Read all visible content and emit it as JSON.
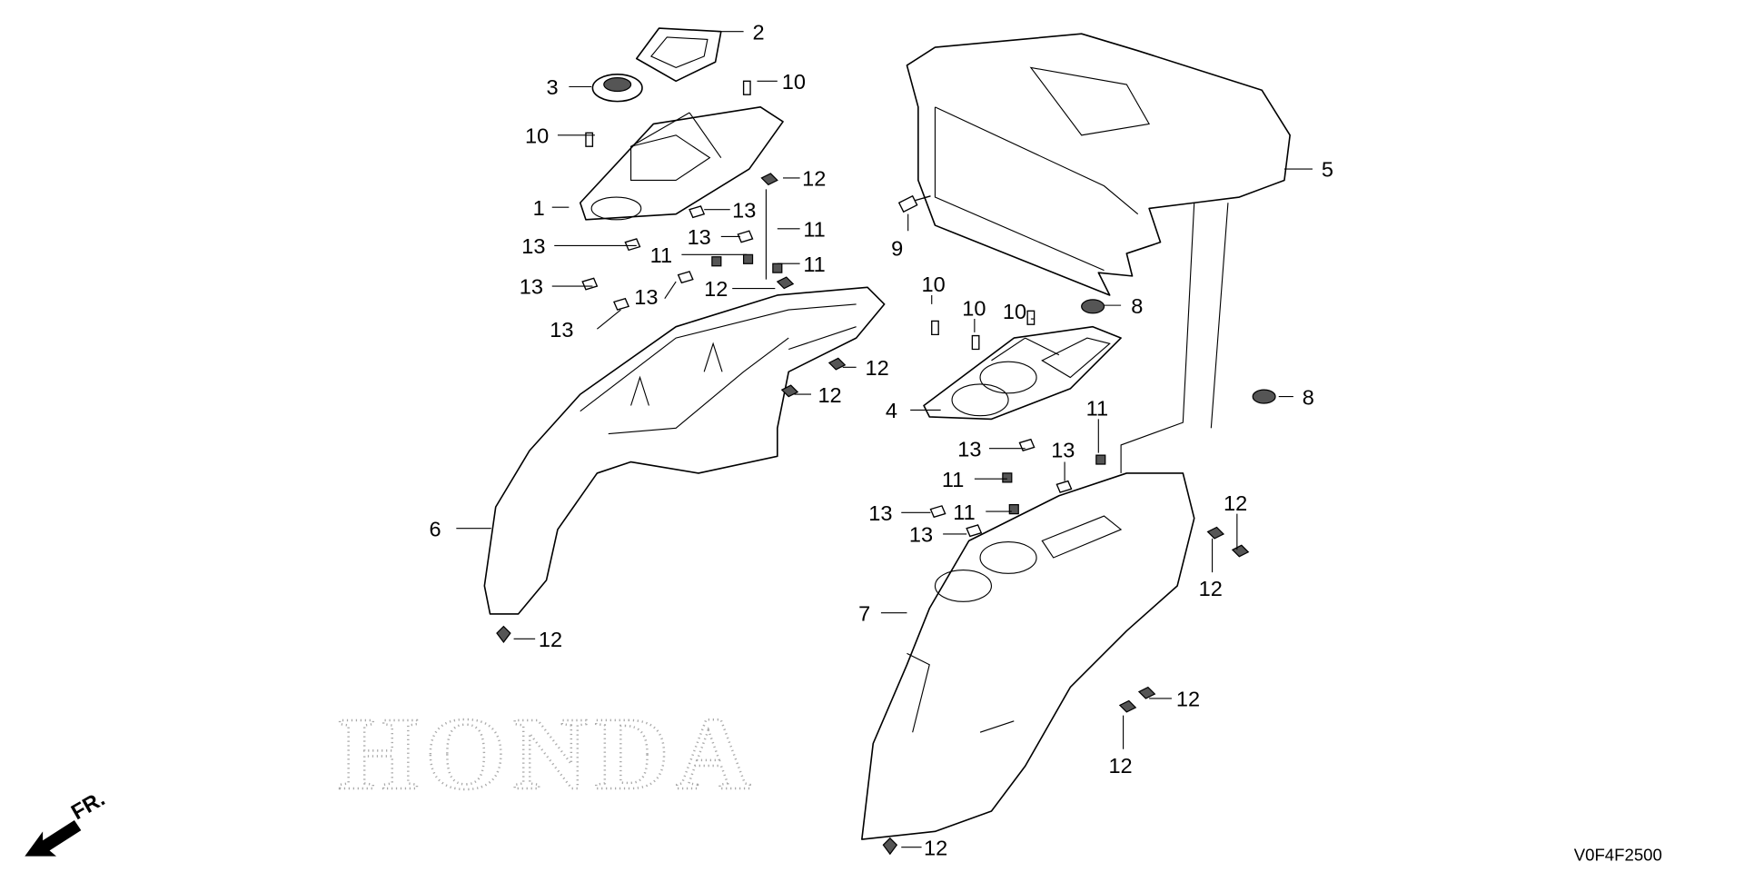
{
  "diagram": {
    "watermark": "HONDA",
    "direction_label": "FR.",
    "diagram_code": "V0F4F2500",
    "callouts": [
      "2",
      "3",
      "10",
      "10",
      "12",
      "5",
      "1",
      "13",
      "9",
      "13",
      "11",
      "13",
      "11",
      "11",
      "12",
      "13",
      "13",
      "10",
      "10",
      "10",
      "8",
      "13",
      "12",
      "12",
      "4",
      "11",
      "8",
      "13",
      "13",
      "11",
      "12",
      "13",
      "11",
      "13",
      "12",
      "6",
      "7",
      "12",
      "12",
      "12",
      "12"
    ]
  }
}
